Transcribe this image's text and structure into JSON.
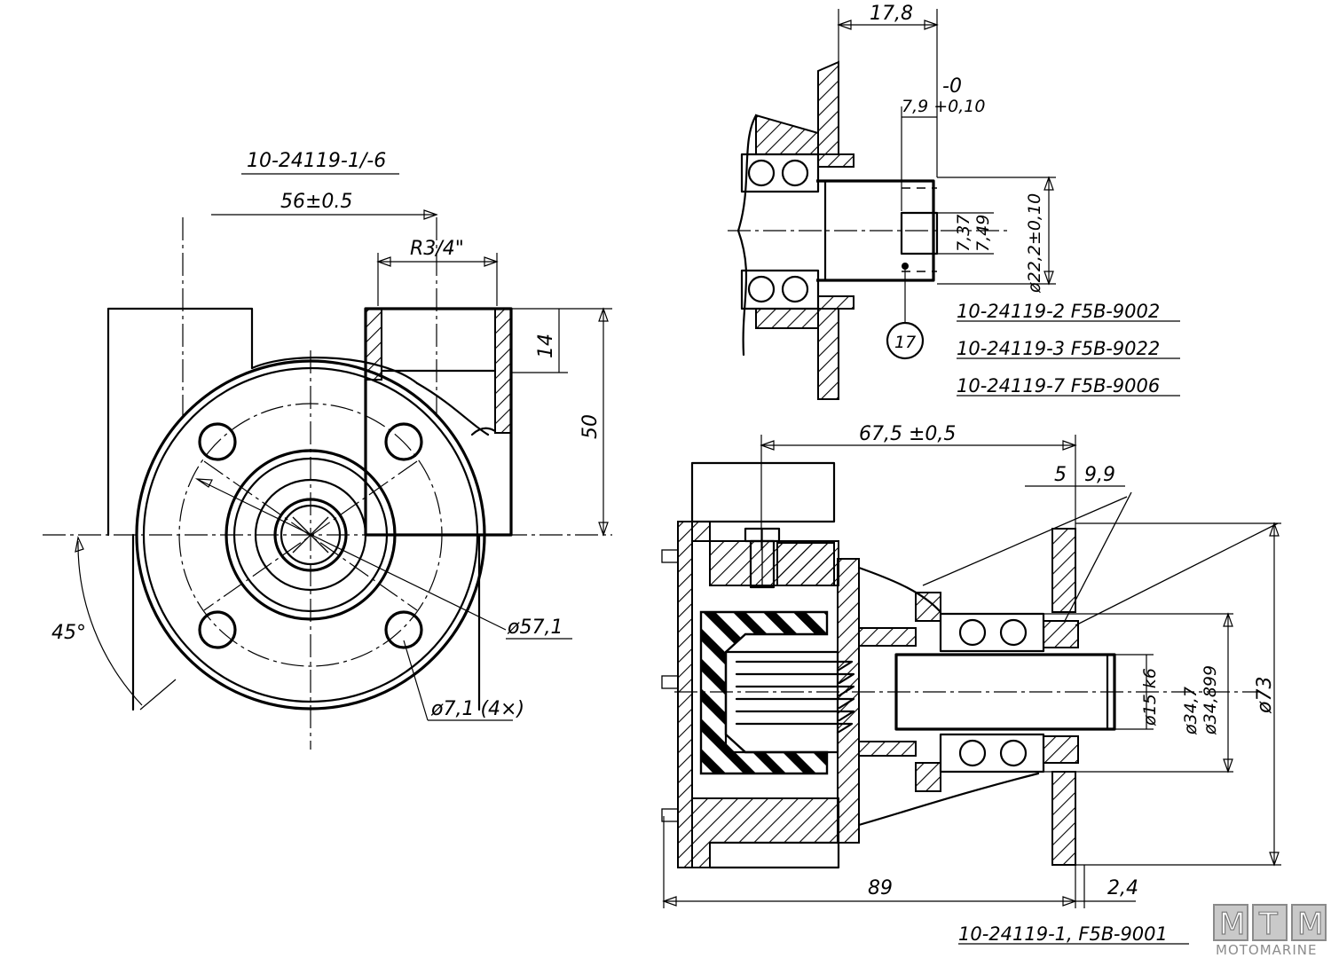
{
  "front_view": {
    "part_ref": "10-24119-1/-6",
    "dim_offset": "56±0.5",
    "dim_thread": "R3/4\"",
    "dim_depth": "14",
    "dim_height": "50",
    "dim_angle": "45°",
    "dim_bolt_circle": "ø57,1",
    "dim_holes": "ø7,1 (4×)"
  },
  "detail_view": {
    "dim_width": "17,8",
    "dim_tol": "-0",
    "dim_key": "7,9 +0,10",
    "dim_key_h1": "7,37",
    "dim_key_h2": "7,49",
    "dim_shaft_dia": "ø22,2±0,10",
    "callout": "17",
    "variants": [
      "10-24119-2  F5B-9002",
      "10-24119-3  F5B-9022",
      "10-24119-7  F5B-9006"
    ]
  },
  "section_view": {
    "dim_top": "67,5 ±0,5",
    "dim_5": "5",
    "dim_9_9": "9,9",
    "dim_shaft": "ø15 k6",
    "dim_bore1": "ø34,7",
    "dim_bore2": "ø34,899",
    "dim_outer": "ø73",
    "dim_len": "89",
    "dim_2_4": "2,4",
    "part_ref": "10-24119-1, F5B-9001"
  },
  "logo": {
    "letters": [
      "M",
      "T",
      "M"
    ],
    "name": "MOTOMARINE",
    "color": "#c9c9c9"
  }
}
